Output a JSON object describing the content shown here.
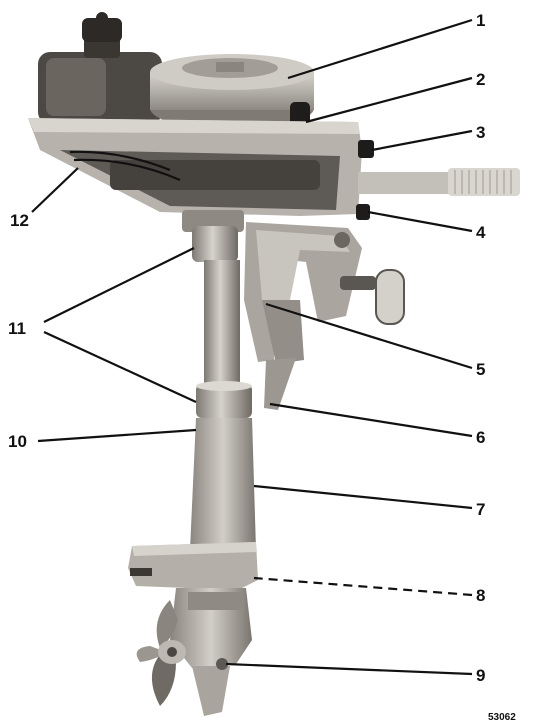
{
  "callouts": {
    "c1": "1",
    "c2": "2",
    "c3": "3",
    "c4": "4",
    "c5": "5",
    "c6": "6",
    "c7": "7",
    "c8": "8",
    "c9": "9",
    "c10": "10",
    "c11": "11",
    "c12": "12"
  },
  "figure_number": "53062",
  "colors": {
    "background": "#ffffff",
    "metal_light": "#c9c5bf",
    "metal_mid": "#9d9891",
    "metal_dark": "#55514c",
    "ink": "#111111"
  }
}
